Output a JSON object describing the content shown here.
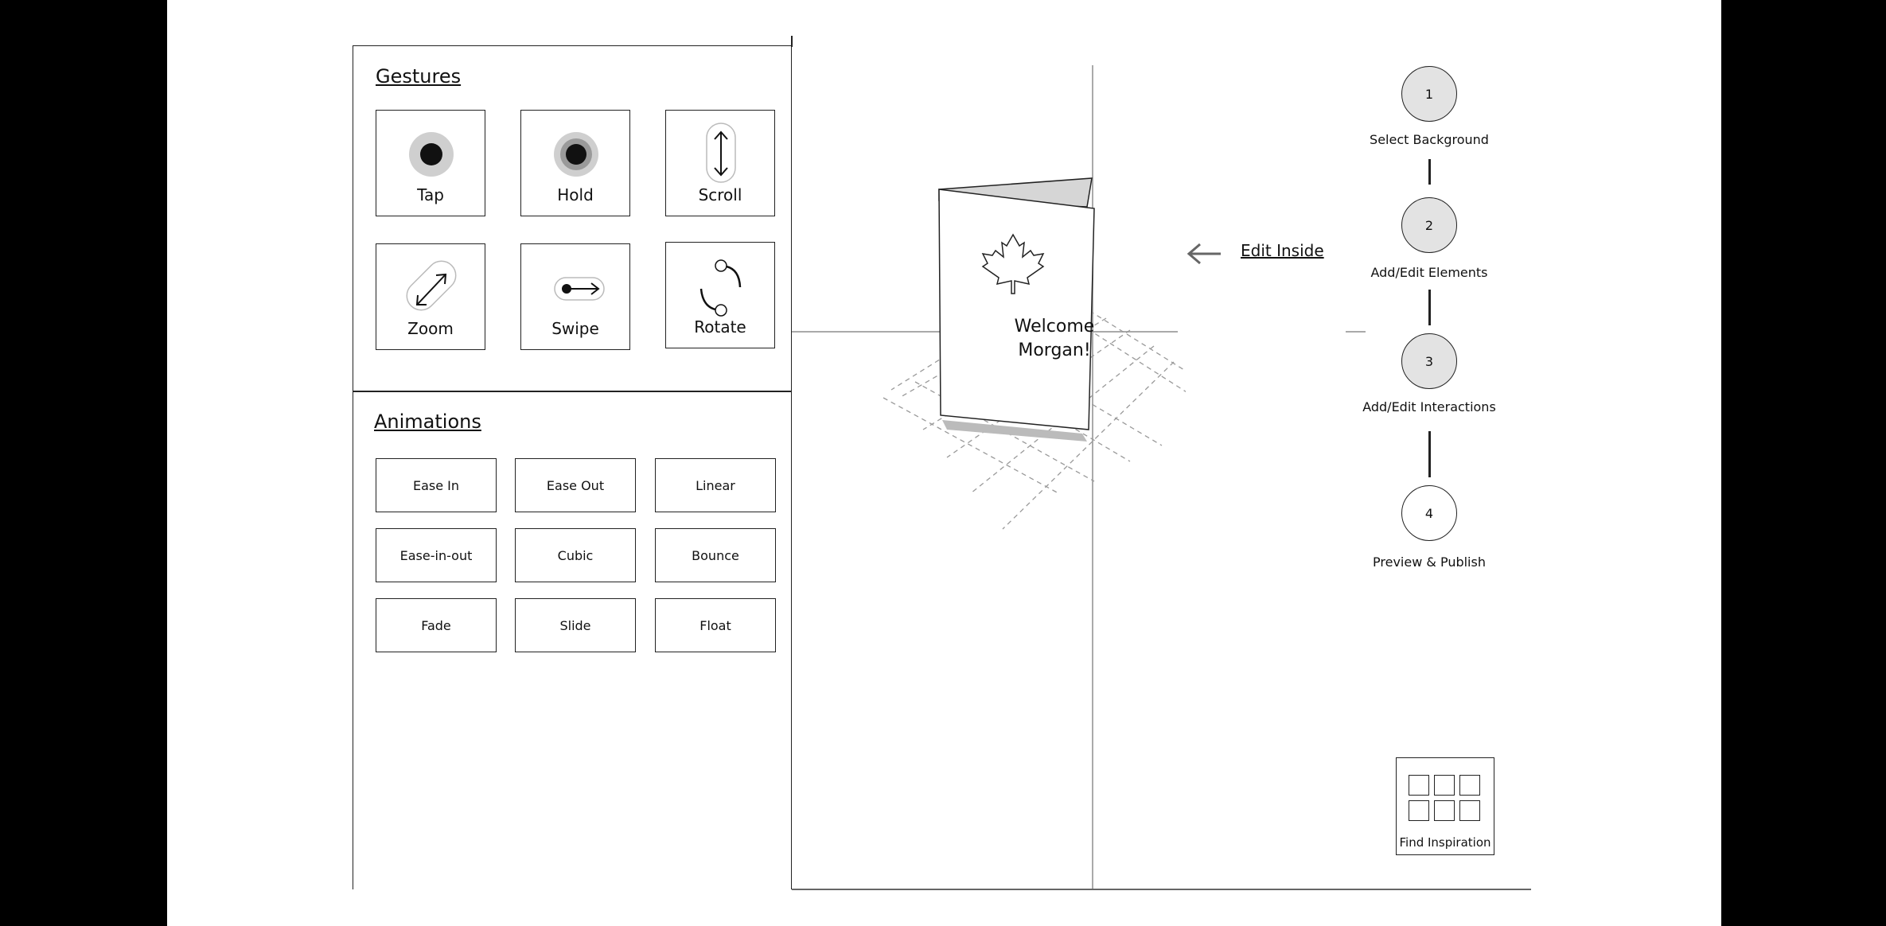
{
  "gestures": {
    "title": "Gestures",
    "items": [
      {
        "label": "Tap",
        "icon": "tap-icon"
      },
      {
        "label": "Hold",
        "icon": "hold-icon"
      },
      {
        "label": "Scroll",
        "icon": "scroll-icon"
      },
      {
        "label": "Zoom",
        "icon": "zoom-icon"
      },
      {
        "label": "Swipe",
        "icon": "swipe-icon"
      },
      {
        "label": "Rotate",
        "icon": "rotate-icon"
      }
    ]
  },
  "animations": {
    "title": "Animations",
    "items": [
      "Ease In",
      "Ease Out",
      "Linear",
      "Ease-in-out",
      "Cubic",
      "Bounce",
      "Fade",
      "Slide",
      "Float"
    ]
  },
  "card": {
    "line1": "Welcome",
    "line2": "Morgan!",
    "icon": "maple-leaf-icon"
  },
  "edit_inside": "Edit Inside",
  "steps": [
    {
      "number": "1",
      "label": "Select Background",
      "filled": true
    },
    {
      "number": "2",
      "label": "Add/Edit Elements",
      "filled": true
    },
    {
      "number": "3",
      "label": "Add/Edit Interactions",
      "filled": true
    },
    {
      "number": "4",
      "label": "Preview & Publish",
      "filled": false
    }
  ],
  "find_inspiration": "Find Inspiration",
  "colors": {
    "step_fill": "#e3e3e3",
    "background": "#ffffff",
    "frame": "#000000"
  }
}
